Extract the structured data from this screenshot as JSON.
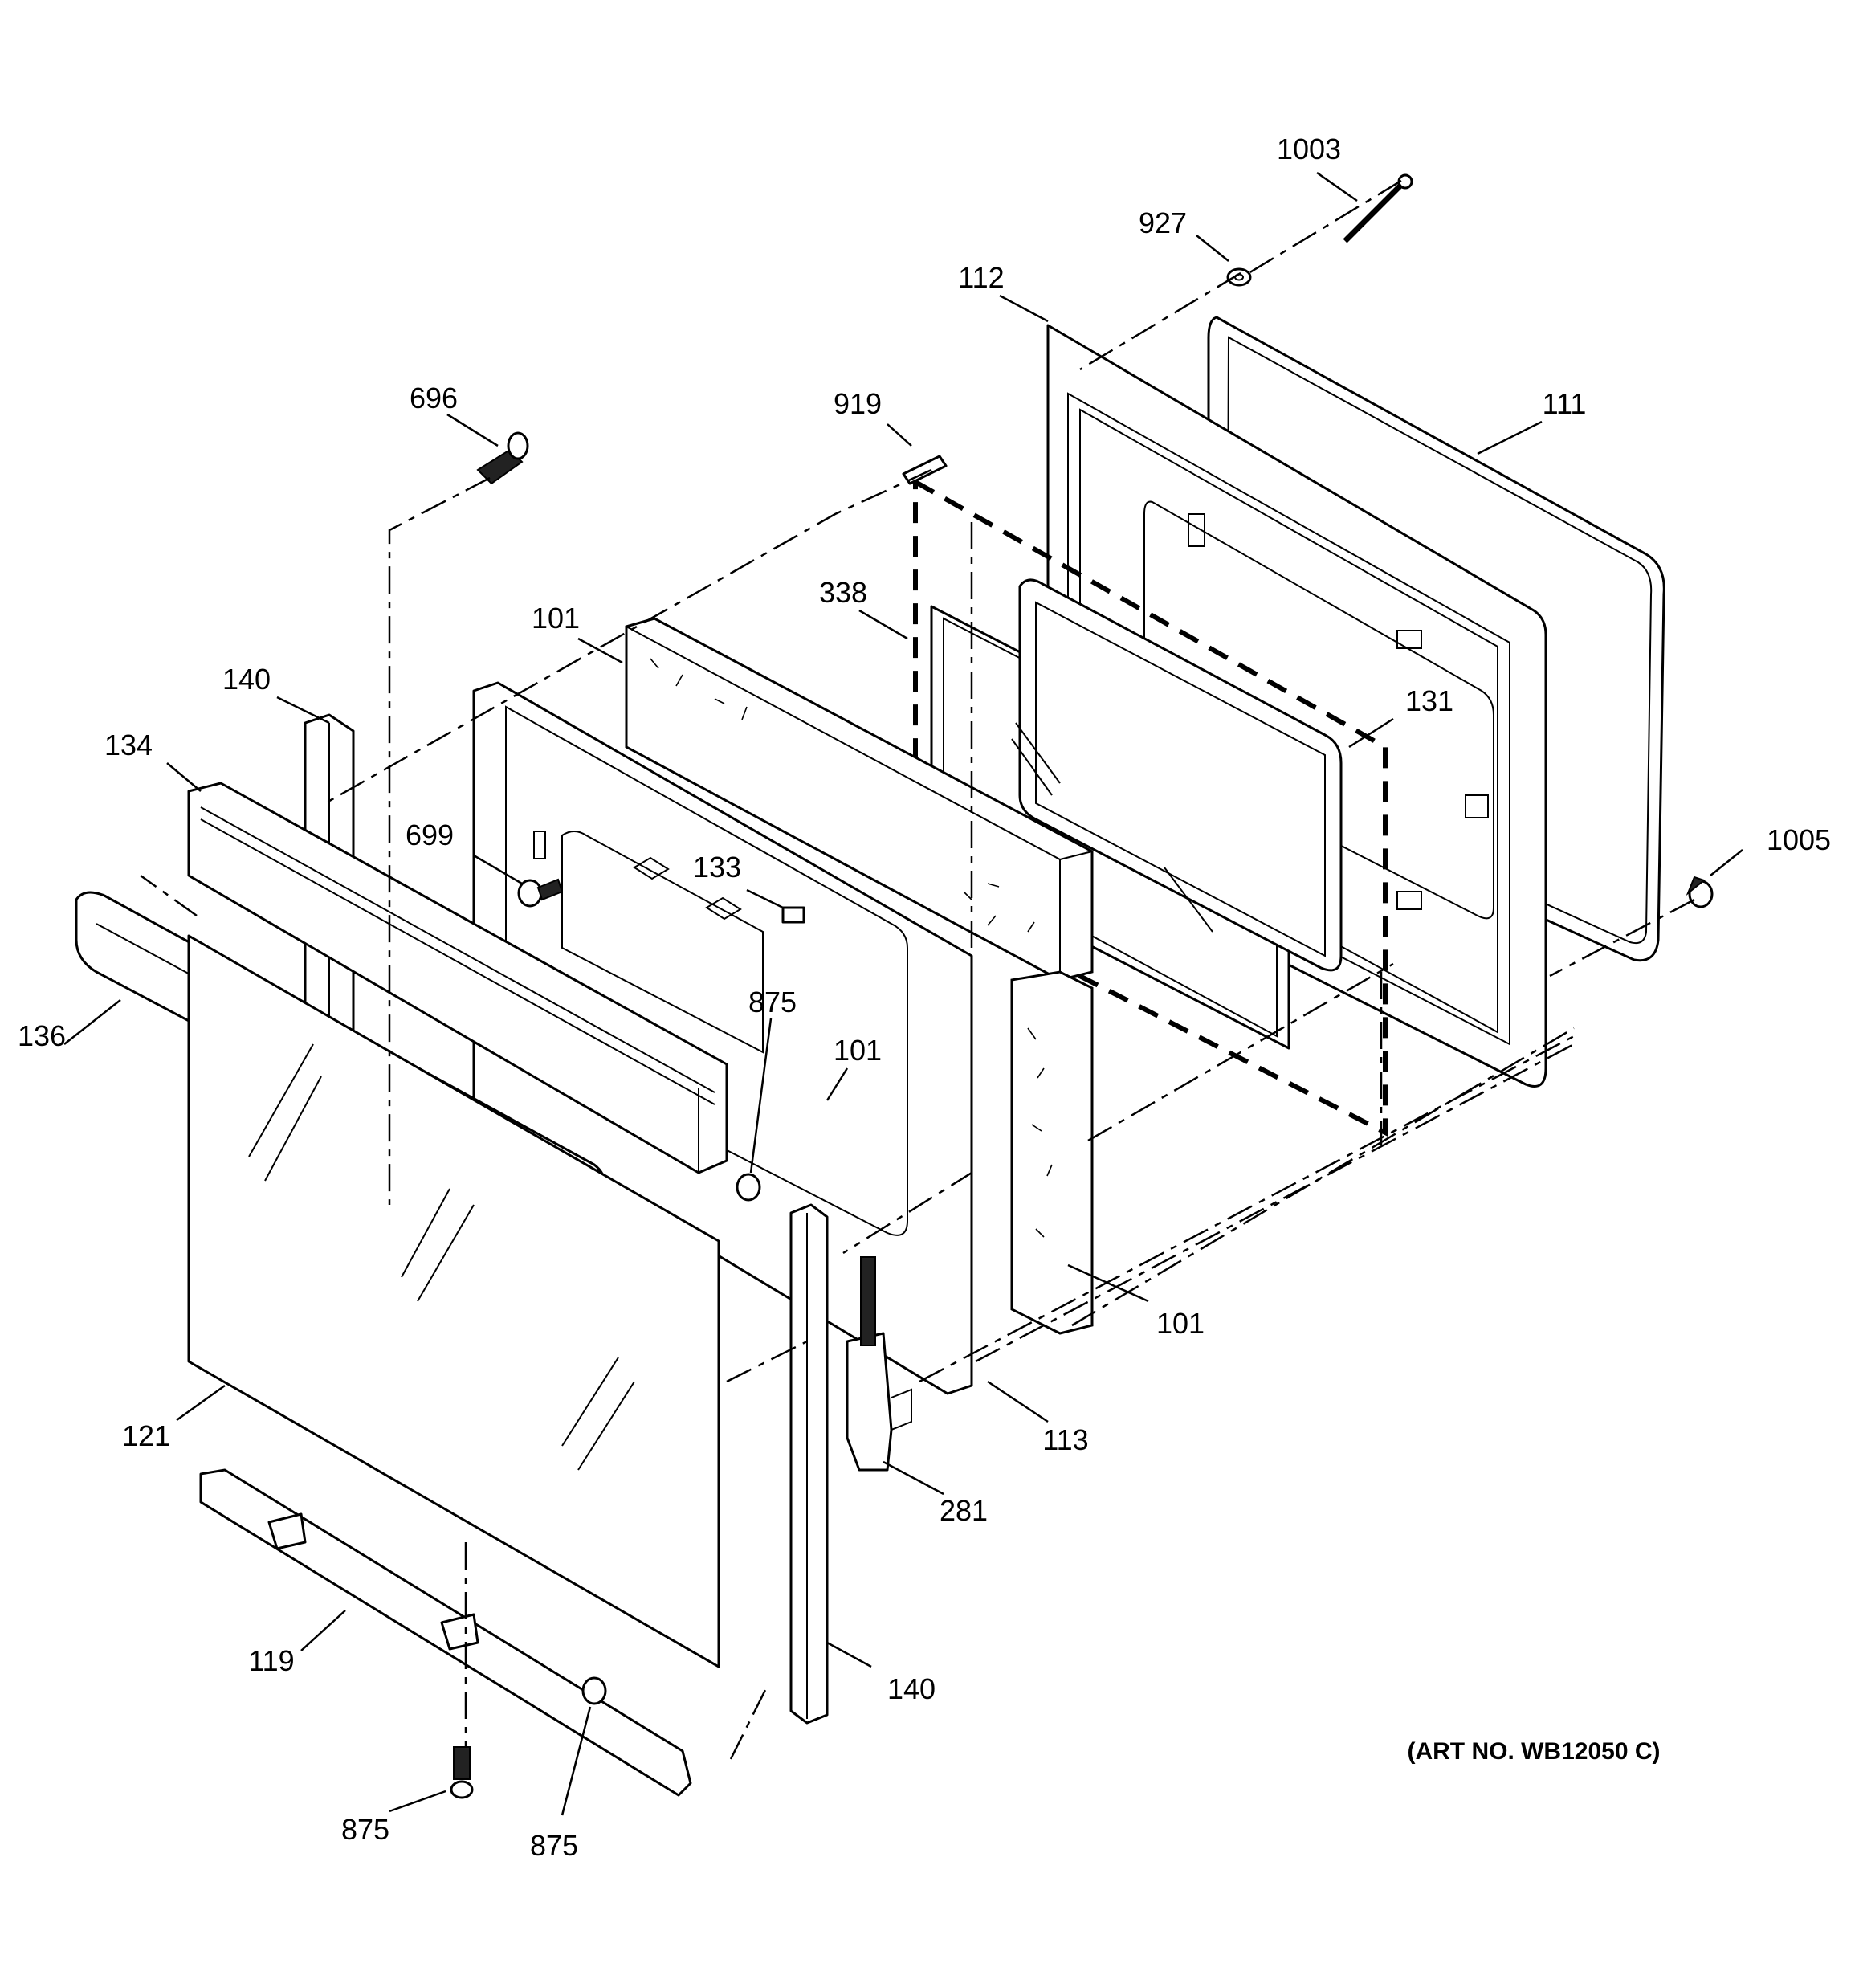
{
  "diagram": {
    "title": "",
    "art_number": "(ART NO. WB12050 C)"
  },
  "callouts": [
    {
      "id": "c1003",
      "text": "1003"
    },
    {
      "id": "c927",
      "text": "927"
    },
    {
      "id": "c112",
      "text": "112"
    },
    {
      "id": "c111",
      "text": "111"
    },
    {
      "id": "c696",
      "text": "696"
    },
    {
      "id": "c919",
      "text": "919"
    },
    {
      "id": "c338",
      "text": "338"
    },
    {
      "id": "c101a",
      "text": "101"
    },
    {
      "id": "c131",
      "text": "131"
    },
    {
      "id": "c140a",
      "text": "140"
    },
    {
      "id": "c134",
      "text": "134"
    },
    {
      "id": "c699",
      "text": "699"
    },
    {
      "id": "c133",
      "text": "133"
    },
    {
      "id": "c1005",
      "text": "1005"
    },
    {
      "id": "c875a",
      "text": "875"
    },
    {
      "id": "c101b",
      "text": "101"
    },
    {
      "id": "c136",
      "text": "136"
    },
    {
      "id": "c101c",
      "text": "101"
    },
    {
      "id": "c113",
      "text": "113"
    },
    {
      "id": "c121",
      "text": "121"
    },
    {
      "id": "c281",
      "text": "281"
    },
    {
      "id": "c119",
      "text": "119"
    },
    {
      "id": "c140b",
      "text": "140"
    },
    {
      "id": "c875b",
      "text": "875"
    },
    {
      "id": "c875c",
      "text": "875"
    }
  ]
}
